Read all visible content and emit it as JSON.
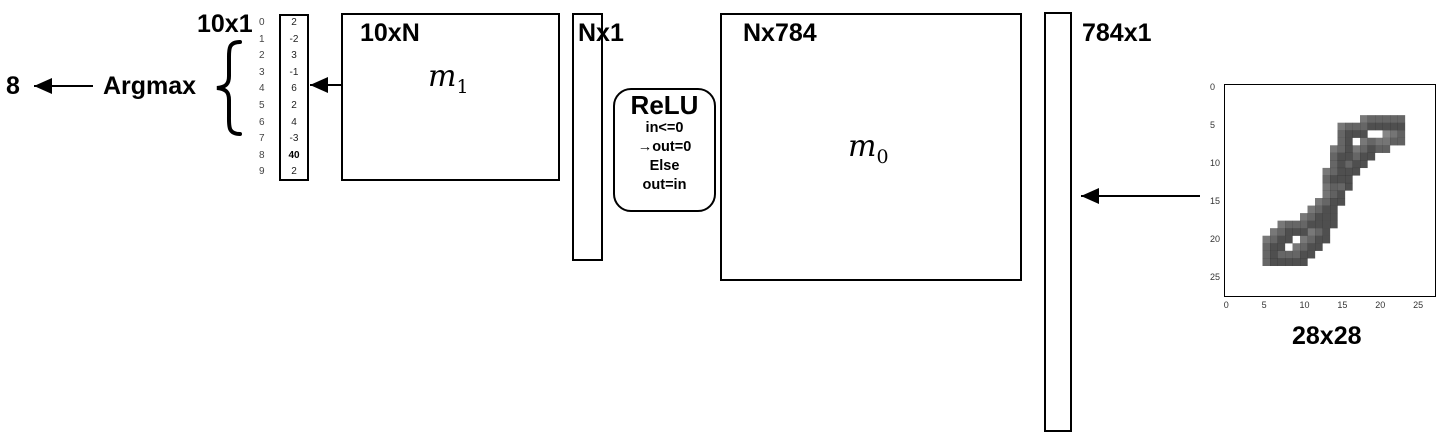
{
  "output": {
    "prediction": "8",
    "argmax_label": "Argmax"
  },
  "output_vector": {
    "label": "10x1",
    "indices": [
      "0",
      "1",
      "2",
      "3",
      "4",
      "5",
      "6",
      "7",
      "8",
      "9"
    ],
    "values": [
      "2",
      "-2",
      "3",
      "-1",
      "6",
      "2",
      "4",
      "-3",
      "40",
      "2"
    ]
  },
  "layer1": {
    "label": "10xN",
    "matrix_base": "m",
    "matrix_sub": "1"
  },
  "hidden": {
    "label": "Nx1"
  },
  "relu": {
    "title": "ReLU",
    "rule_lines": [
      "in<=0",
      "→out=0",
      "Else",
      "out=in"
    ]
  },
  "layer0": {
    "label": "Nx784",
    "matrix_base": "m",
    "matrix_sub": "0"
  },
  "input_vector": {
    "label": "784x1"
  },
  "image": {
    "caption": "28x28",
    "y_ticks": [
      "0",
      "5",
      "10",
      "15",
      "20",
      "25"
    ],
    "x_ticks": [
      "0",
      "5",
      "10",
      "15",
      "20",
      "25"
    ],
    "colors": {
      "ink": "#000000",
      "background": "#ffffff"
    }
  }
}
